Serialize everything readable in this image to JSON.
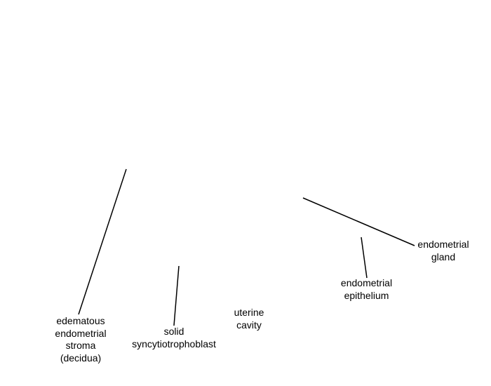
{
  "diagram": {
    "labels": {
      "stroma": [
        "edematous",
        "endometrial",
        "stroma",
        "(decidua)"
      ],
      "syncytiotrophoblast": [
        "solid",
        "syncytiotrophoblast"
      ],
      "uterine_cavity": [
        "uterine",
        "cavity"
      ],
      "epithelium": [
        "endometrial",
        "epithelium"
      ],
      "gland": [
        "endometrial",
        "gland"
      ]
    },
    "line_color": "#000000",
    "background": "#ffffff"
  }
}
